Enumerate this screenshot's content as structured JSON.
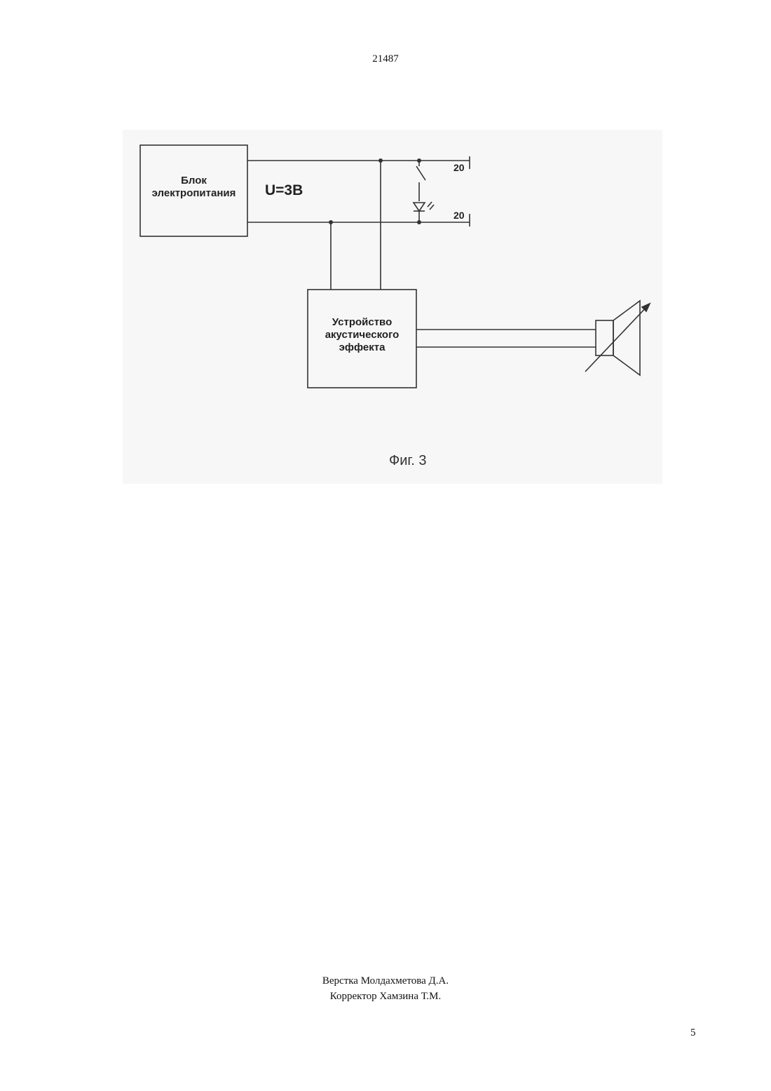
{
  "document": {
    "patent_number": "21487",
    "page_number": "5"
  },
  "figure": {
    "caption": "Фиг. 3",
    "power_block_label": "Блок электропитания",
    "voltage_label": "U=3В",
    "terminal_top_label": "20",
    "terminal_bottom_label": "20",
    "acoustic_device_label": "Устройство акустического эффекта"
  },
  "footer": {
    "layout_credit": "Верстка Молдахметова Д.А.",
    "proofreader_credit": "Корректор Хамзина Т.М."
  }
}
